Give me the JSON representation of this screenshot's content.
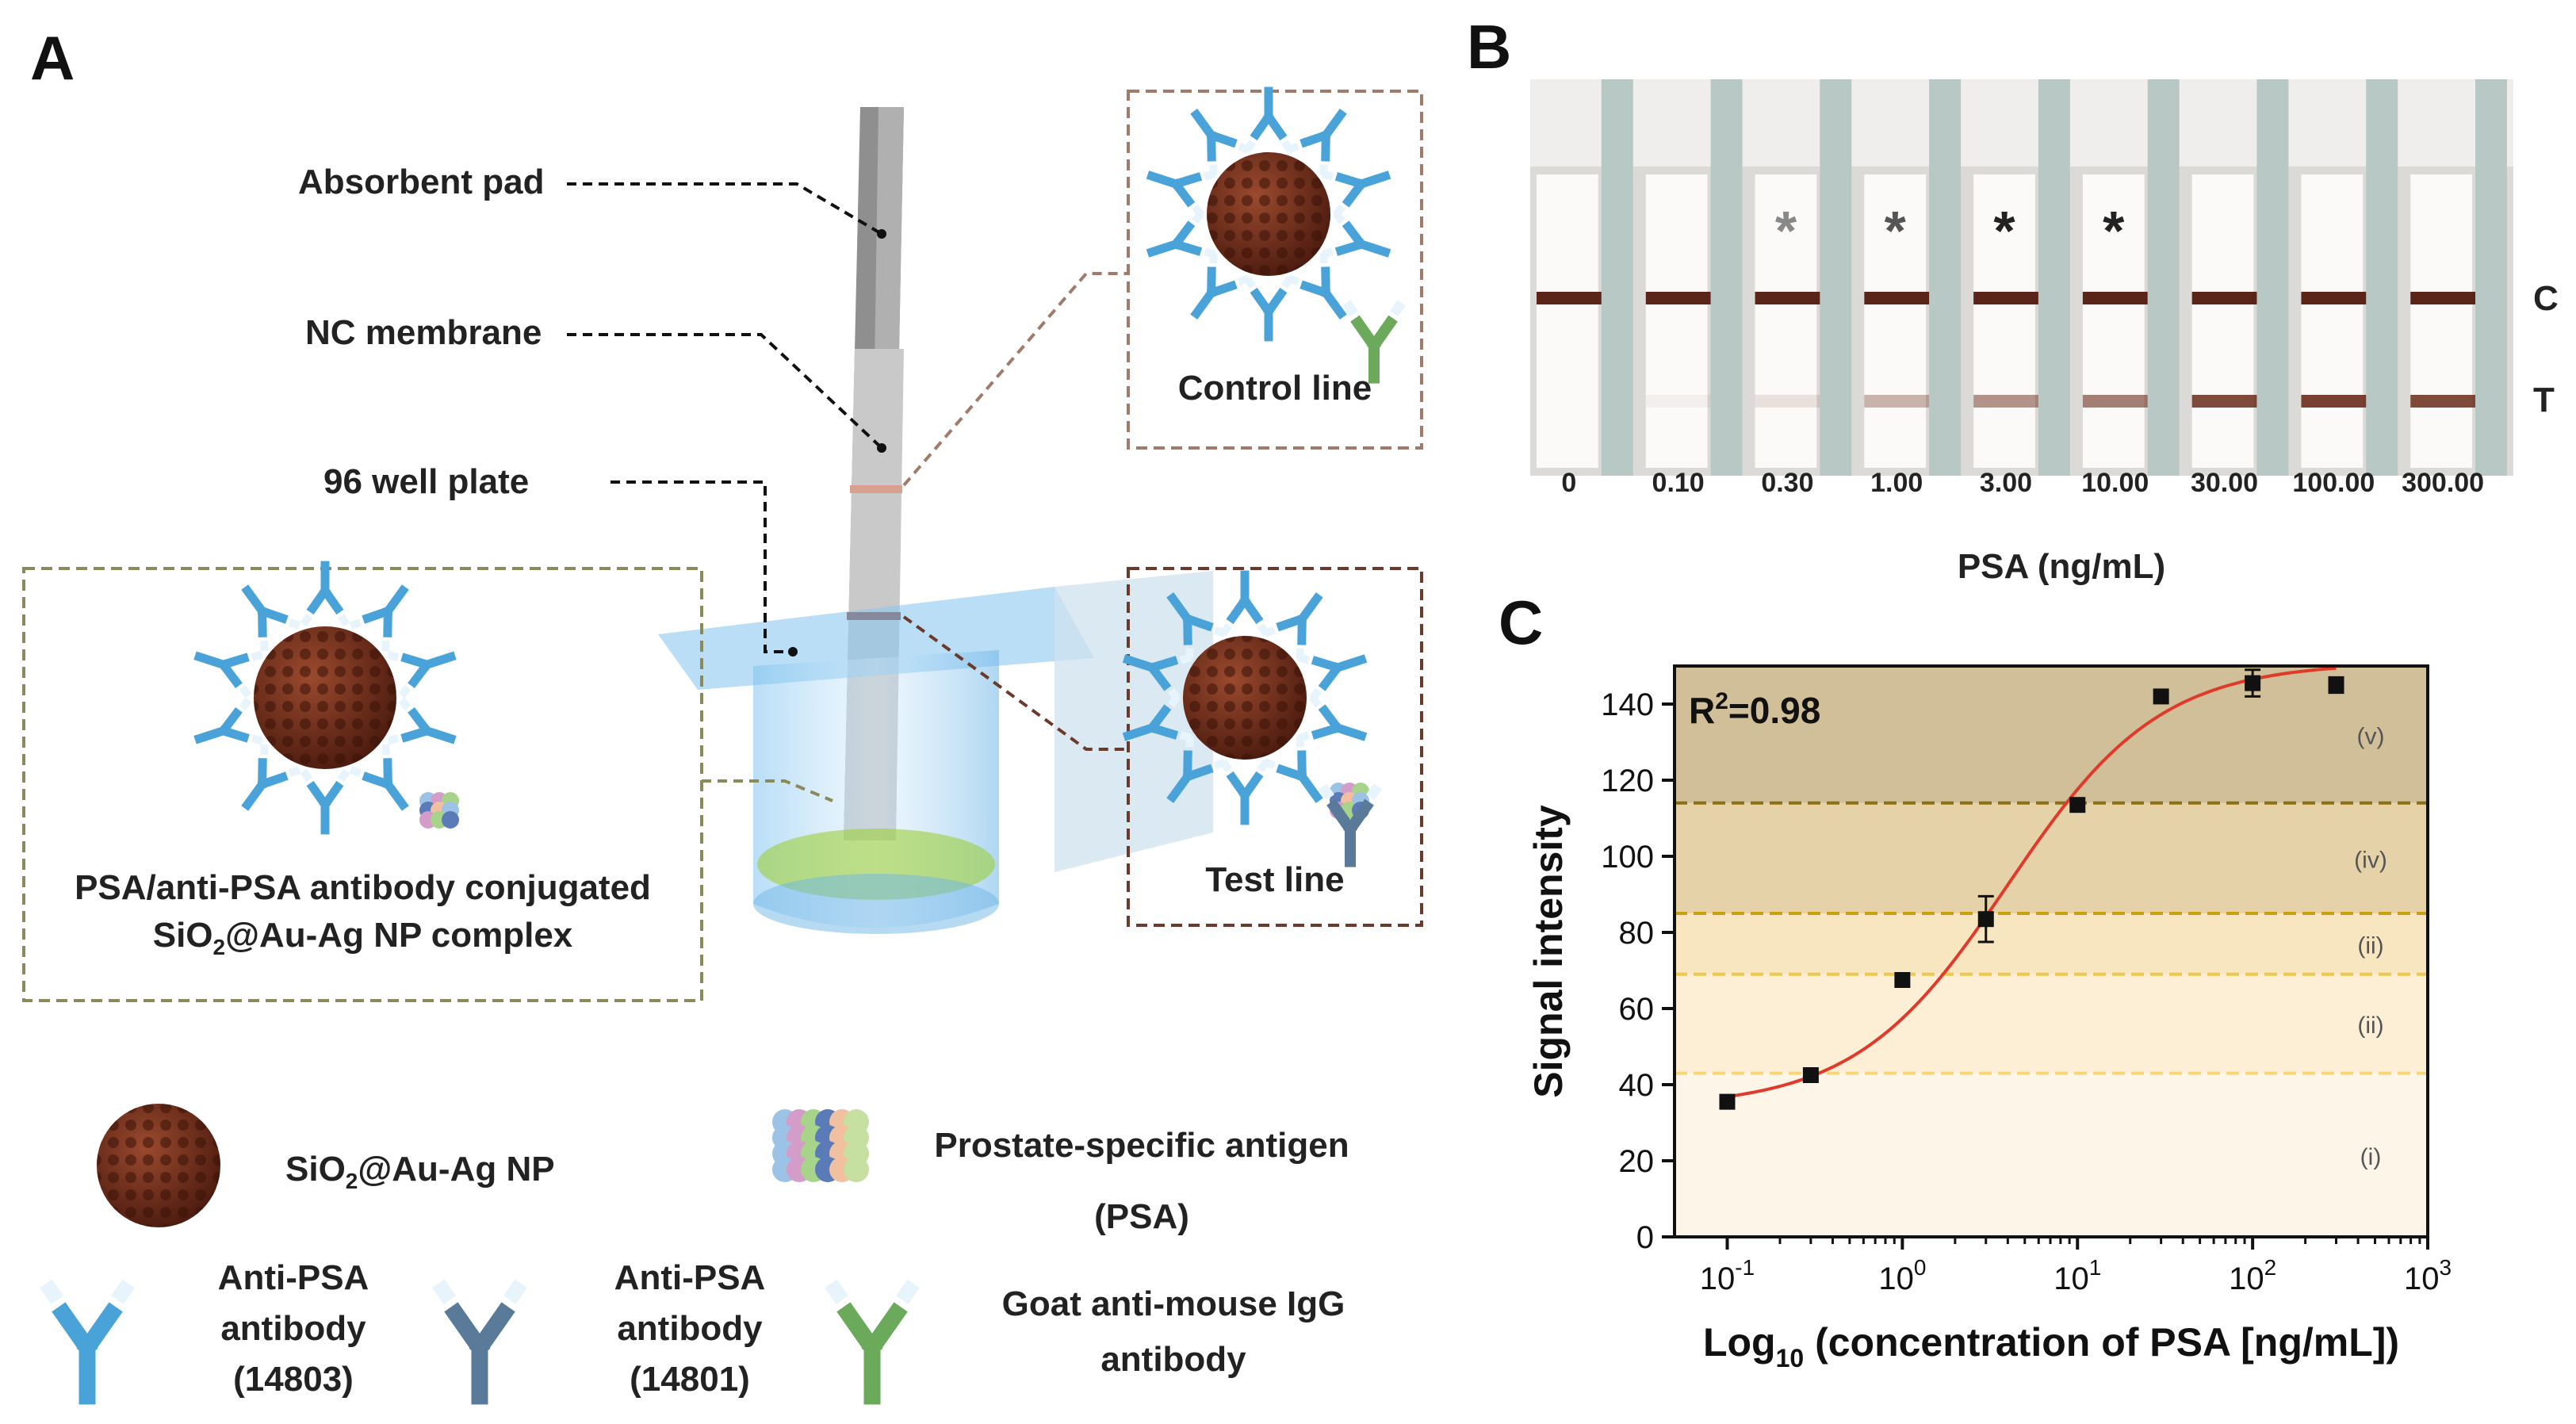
{
  "panels": {
    "a": "A",
    "b": "B",
    "c": "C"
  },
  "panel_a": {
    "labels": {
      "absorbent_pad": "Absorbent pad",
      "nc_membrane": "NC membrane",
      "well_plate": "96 well plate",
      "control_line": "Control line",
      "test_line": "Test line",
      "complex_line1": "PSA/anti-PSA antibody conjugated",
      "complex_line2_pre": "SiO",
      "complex_line2_sub": "2",
      "complex_line2_post": "@Au-Ag NP complex"
    },
    "legend": {
      "np_pre": "SiO",
      "np_sub": "2",
      "np_post": "@Au-Ag NP",
      "psa_line1": "Prostate-specific antigen",
      "psa_line2": "(PSA)",
      "ab1": [
        "Anti-PSA",
        "antibody",
        "(14803)"
      ],
      "ab2": [
        "Anti-PSA",
        "antibody",
        "(14801)"
      ],
      "ab3": [
        "Goat anti-mouse IgG",
        "antibody"
      ]
    },
    "colors": {
      "control_box": "#a07a6a",
      "test_box": "#6b3a2a",
      "complex_box": "#8a8a5a",
      "np_fill": "#6e2e1c",
      "ab_light": "#4aa3d8",
      "ab_dark": "#5a7a9a",
      "ab_green": "#6aaa5a"
    }
  },
  "panel_b": {
    "concentrations": [
      "0",
      "0.10",
      "0.30",
      "1.00",
      "3.00",
      "10.00",
      "30.00",
      "100.00",
      "300.00"
    ],
    "test_line_intensity": [
      0,
      0.05,
      0.12,
      0.35,
      0.5,
      0.6,
      0.85,
      0.9,
      0.85
    ],
    "asterisk_strips": [
      2,
      3,
      4,
      5
    ],
    "asterisk": "*",
    "c_label": "C",
    "t_label": "T",
    "xlabel": "PSA (ng/mL)"
  },
  "chart_data": {
    "type": "scatter",
    "title": "",
    "xlabel_pre": "Log",
    "xlabel_sub": "10",
    "xlabel_post": " (concentration of PSA [ng/mL])",
    "ylabel": "Signal intensity",
    "x_scale": "log",
    "xlim": [
      0.05,
      1000
    ],
    "ylim": [
      0,
      150
    ],
    "x_ticks": [
      {
        "base": "10",
        "exp": "-1",
        "value": 0.1
      },
      {
        "base": "10",
        "exp": "0",
        "value": 1
      },
      {
        "base": "10",
        "exp": "1",
        "value": 10
      },
      {
        "base": "10",
        "exp": "2",
        "value": 100
      },
      {
        "base": "10",
        "exp": "3",
        "value": 1000
      }
    ],
    "y_ticks": [
      "0",
      "20",
      "40",
      "60",
      "80",
      "100",
      "120",
      "140"
    ],
    "annotation_pre": "R",
    "annotation_sup": "2",
    "annotation_post": "=0.98",
    "points": [
      {
        "x": 0.1,
        "y": 35.5,
        "err": 0
      },
      {
        "x": 0.3,
        "y": 42.5,
        "err": 0
      },
      {
        "x": 1,
        "y": 67.5,
        "err": 0
      },
      {
        "x": 3,
        "y": 83.5,
        "err": 6
      },
      {
        "x": 10,
        "y": 113.5,
        "err": 0
      },
      {
        "x": 30,
        "y": 142,
        "err": 0
      },
      {
        "x": 100,
        "y": 145.5,
        "err": 3.5
      },
      {
        "x": 300,
        "y": 145,
        "err": 2
      }
    ],
    "fit_curve": {
      "color": "#e03a2a"
    },
    "thresholds": [
      {
        "y": 43,
        "color": "#f5d77a"
      },
      {
        "y": 69,
        "color": "#f0c84a"
      },
      {
        "y": 85,
        "color": "#c8a010"
      },
      {
        "y": 114,
        "color": "#8a7010"
      }
    ],
    "bands": [
      {
        "label": "(i)",
        "from": 0,
        "to": 43,
        "color": "#fdf6e8"
      },
      {
        "label": "(ii)",
        "from": 43,
        "to": 69,
        "color": "#fcefd6"
      },
      {
        "label": "(ii)",
        "from": 69,
        "to": 85,
        "color": "#f8e6c0"
      },
      {
        "label": "(iv)",
        "from": 85,
        "to": 114,
        "color": "#e6d2a8"
      },
      {
        "label": "(v)",
        "from": 114,
        "to": 150,
        "color": "#d0bf98"
      }
    ]
  }
}
